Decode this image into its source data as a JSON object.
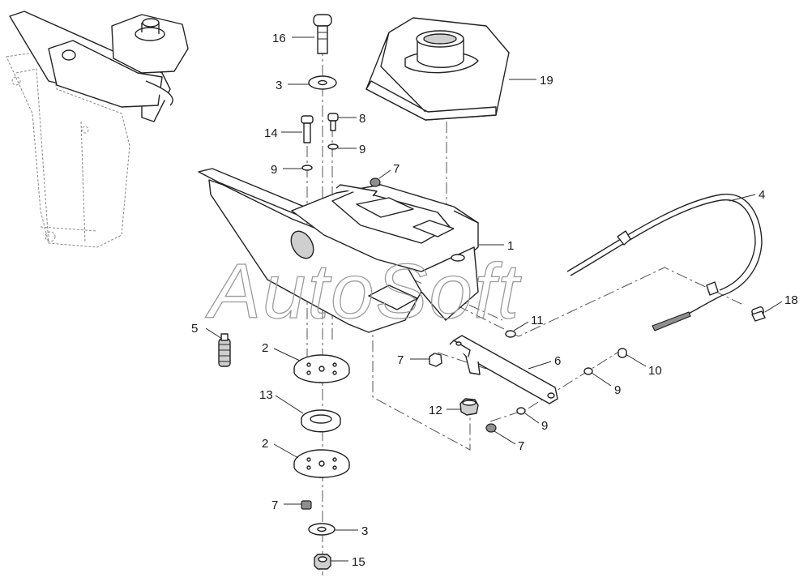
{
  "watermark": "AutoSoft",
  "callouts": [
    {
      "number": "16"
    },
    {
      "number": "3"
    },
    {
      "number": "19"
    },
    {
      "number": "14"
    },
    {
      "number": "8"
    },
    {
      "number": "9"
    },
    {
      "number": "9"
    },
    {
      "number": "7"
    },
    {
      "number": "4"
    },
    {
      "number": "1"
    },
    {
      "number": "18"
    },
    {
      "number": "5"
    },
    {
      "number": "11"
    },
    {
      "number": "2"
    },
    {
      "number": "7"
    },
    {
      "number": "6"
    },
    {
      "number": "10"
    },
    {
      "number": "9"
    },
    {
      "number": "13"
    },
    {
      "number": "12"
    },
    {
      "number": "9"
    },
    {
      "number": "2"
    },
    {
      "number": "7"
    },
    {
      "number": "7"
    },
    {
      "number": "3"
    },
    {
      "number": "15"
    }
  ]
}
